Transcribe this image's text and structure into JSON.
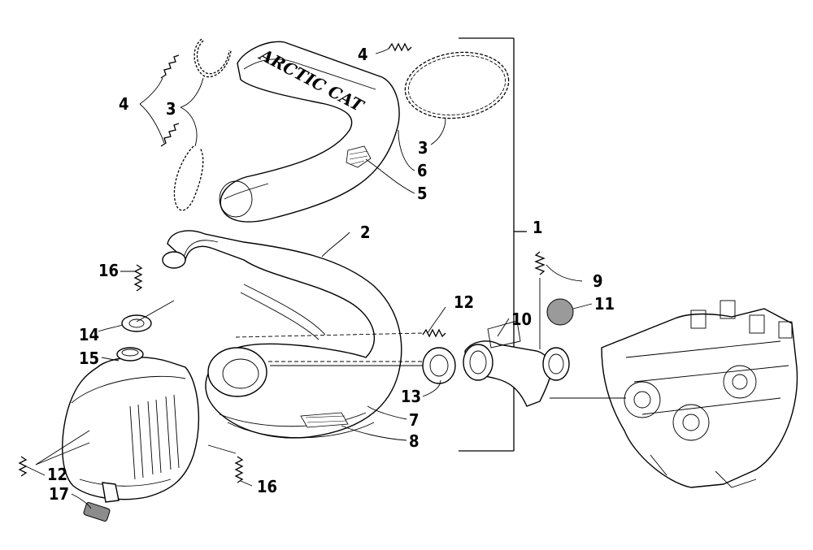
{
  "brand_text": "ARCTIC CAT",
  "callouts": [
    {
      "id": "c1",
      "label": "1"
    },
    {
      "id": "c2",
      "label": "2"
    },
    {
      "id": "c3a",
      "label": "3"
    },
    {
      "id": "c3b",
      "label": "3"
    },
    {
      "id": "c4a",
      "label": "4"
    },
    {
      "id": "c4b",
      "label": "4"
    },
    {
      "id": "c5",
      "label": "5"
    },
    {
      "id": "c6",
      "label": "6"
    },
    {
      "id": "c7",
      "label": "7"
    },
    {
      "id": "c8",
      "label": "8"
    },
    {
      "id": "c9",
      "label": "9"
    },
    {
      "id": "c10",
      "label": "10"
    },
    {
      "id": "c11",
      "label": "11"
    },
    {
      "id": "c12a",
      "label": "12"
    },
    {
      "id": "c12b",
      "label": "12"
    },
    {
      "id": "c13",
      "label": "13"
    },
    {
      "id": "c14",
      "label": "14"
    },
    {
      "id": "c15",
      "label": "15"
    },
    {
      "id": "c16a",
      "label": "16"
    },
    {
      "id": "c16b",
      "label": "16"
    },
    {
      "id": "c17",
      "label": "17"
    }
  ]
}
